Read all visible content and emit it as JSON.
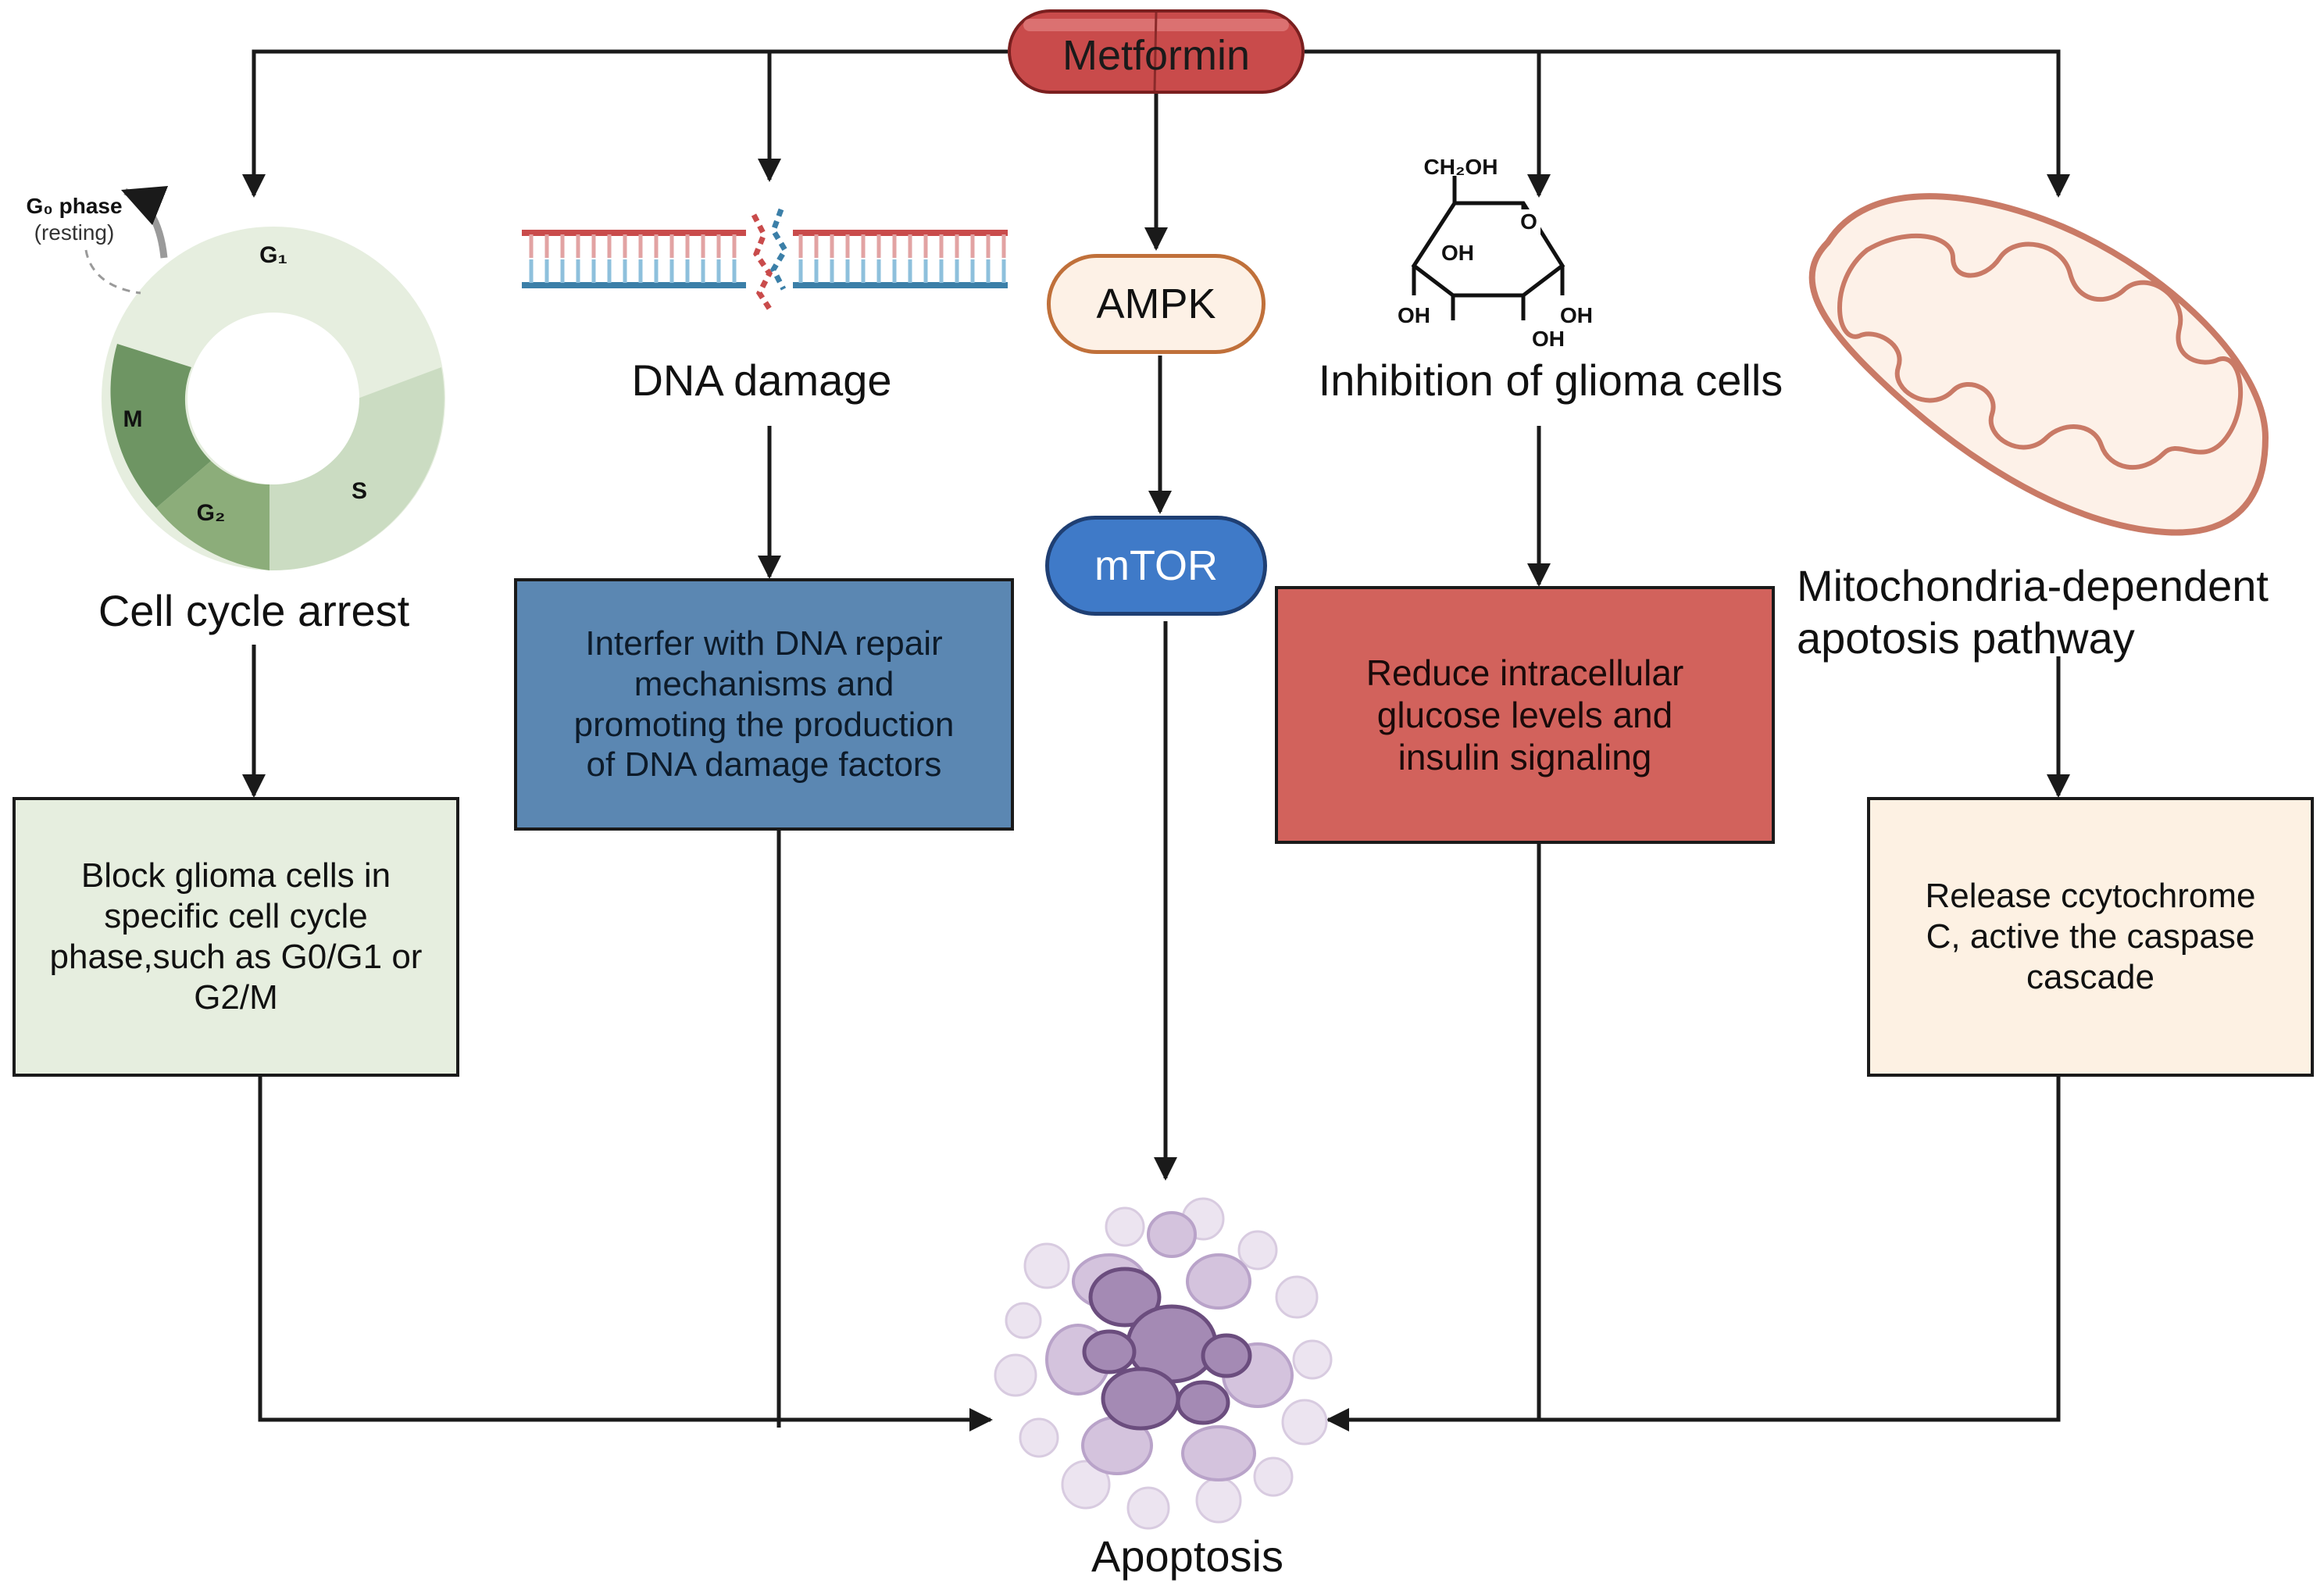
{
  "drug": {
    "label": "Metformin"
  },
  "top_labels": {
    "dna_damage": "DNA damage",
    "cell_cycle": "Cell cycle arrest",
    "glioma": "Inhibition of glioma cells",
    "mito_line1": "Mitochondria-dependent",
    "mito_line2": "apotosis pathway"
  },
  "pathway": {
    "ampk": "AMPK",
    "mtor": "mTOR"
  },
  "cell_cycle_diagram": {
    "g0_label": "G₀ phase",
    "g0_sub": "(resting)",
    "g1": "G₁",
    "s": "S",
    "g2": "G₂",
    "m": "M"
  },
  "glucose_molecule": {
    "ch2oh": "CH₂OH",
    "o": "O",
    "oh": "OH"
  },
  "boxes": {
    "block": [
      "Block glioma cells in",
      "specific cell cycle",
      "phase,such as G0/G1 or",
      "G2/M"
    ],
    "dna_repair": [
      "Interfer with DNA repair",
      "mechanisms and",
      "promoting the production",
      "of DNA damage factors"
    ],
    "glucose": [
      "Reduce intracellular",
      "glucose levels and",
      "insulin signaling"
    ],
    "cytochrome": [
      "Release ccytochrome",
      "C, active the caspase",
      "cascade"
    ]
  },
  "outcome": {
    "label": "Apoptosis"
  },
  "colors": {
    "metformin_fill": "#c94b4b",
    "ampk_border": "#c0703a",
    "ampk_fill": "#fdf1e6",
    "mtor_fill": "#3f7ac8",
    "box_green": "#e6eedf",
    "box_blue": "#5b87b2",
    "box_red": "#d2625c",
    "box_peach": "#fdf1e3",
    "apoptosis": "#a48ab4"
  }
}
